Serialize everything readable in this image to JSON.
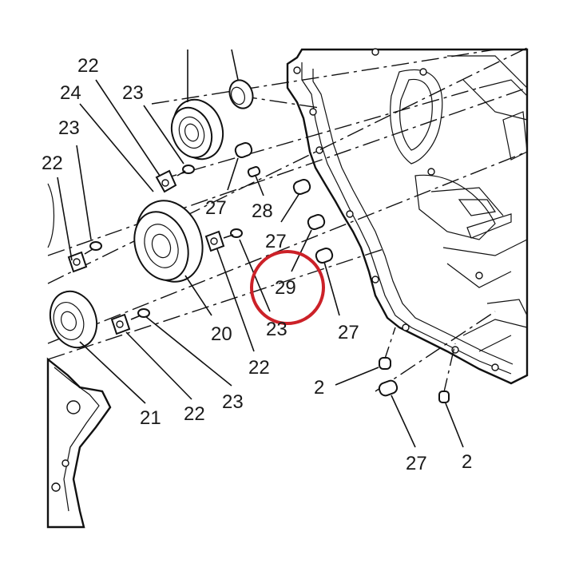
{
  "callouts": [
    {
      "id": "c1",
      "text": "22"
    },
    {
      "id": "c2",
      "text": "24"
    },
    {
      "id": "c3",
      "text": "23"
    },
    {
      "id": "c4",
      "text": "23"
    },
    {
      "id": "c5",
      "text": "22"
    },
    {
      "id": "c6",
      "text": "27"
    },
    {
      "id": "c7",
      "text": "28"
    },
    {
      "id": "c8",
      "text": "27"
    },
    {
      "id": "c9",
      "text": "29"
    },
    {
      "id": "c10",
      "text": "23"
    },
    {
      "id": "c11",
      "text": "27"
    },
    {
      "id": "c12",
      "text": "20"
    },
    {
      "id": "c13",
      "text": "22"
    },
    {
      "id": "c14",
      "text": "23"
    },
    {
      "id": "c15",
      "text": "21"
    },
    {
      "id": "c16",
      "text": "22"
    },
    {
      "id": "c17",
      "text": "2"
    },
    {
      "id": "c18",
      "text": "27"
    },
    {
      "id": "c19",
      "text": "2"
    }
  ],
  "highlight": {
    "color": "#cc2128",
    "target": "29"
  },
  "line_color": "#111111"
}
